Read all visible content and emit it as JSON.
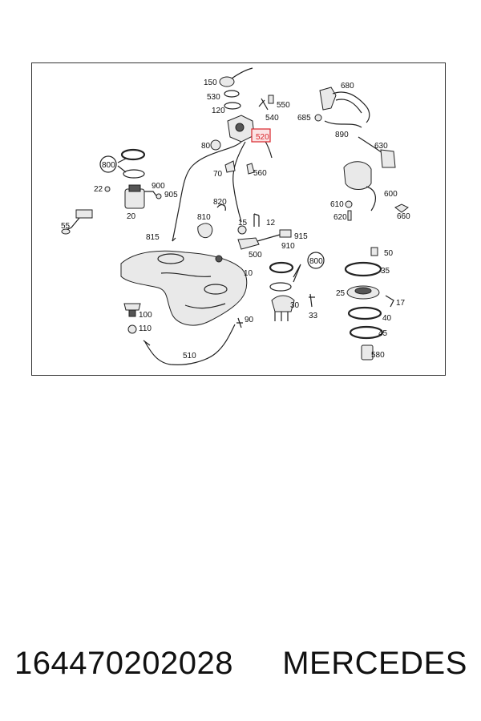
{
  "diagram": {
    "callouts": [
      "150",
      "530",
      "120",
      "550",
      "540",
      "520",
      "80",
      "70",
      "560",
      "800",
      "900",
      "905",
      "22",
      "20",
      "55",
      "820",
      "810",
      "815",
      "15",
      "12",
      "915",
      "910",
      "500",
      "680",
      "685",
      "890",
      "630",
      "600",
      "610",
      "620",
      "660",
      "50",
      "35",
      "800",
      "10",
      "25",
      "17",
      "30",
      "40",
      "33",
      "45",
      "100",
      "110",
      "90",
      "580",
      "510"
    ],
    "highlighted_part": "520",
    "highlight_color": "#d9262c"
  },
  "caption": {
    "part_number": "164470202028",
    "brand": "MERCEDES"
  }
}
